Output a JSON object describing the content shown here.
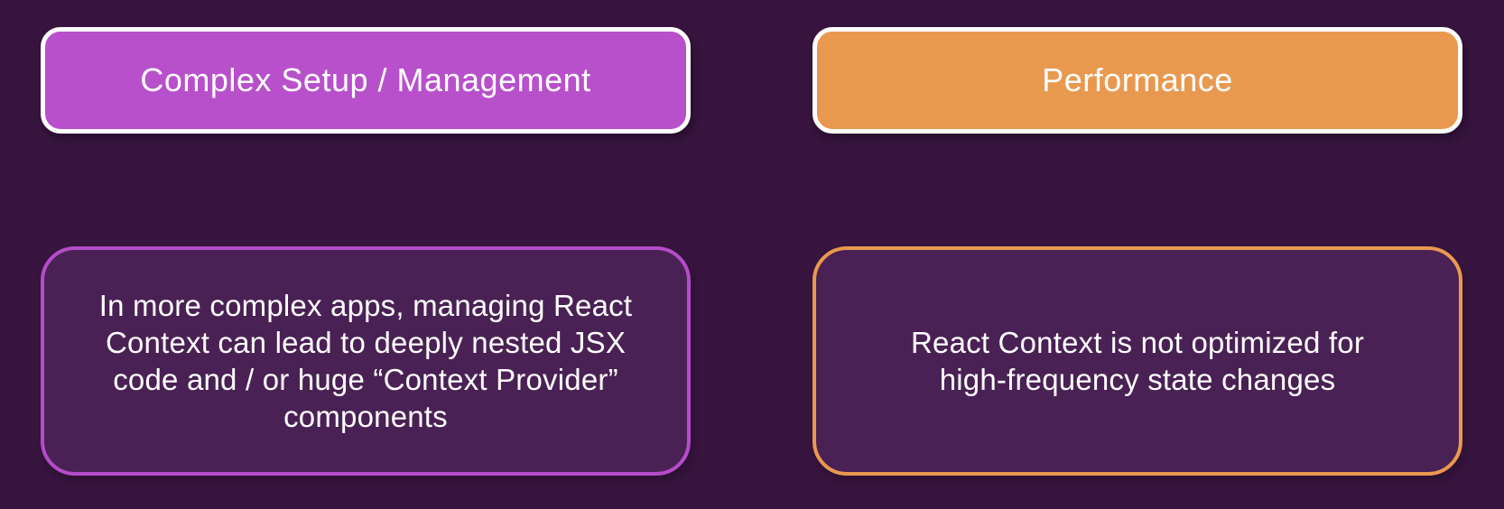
{
  "page": {
    "background_color": "#38153F",
    "text_color": "#FFFFFF"
  },
  "columns": [
    {
      "id": "complex-setup",
      "header": {
        "label": "Complex Setup / Management",
        "fill_color": "#B850CC",
        "border_color": "#FFFFFF"
      },
      "detail": {
        "lines": [
          "In more complex apps, managing React",
          "Context can lead to deeply nested JSX",
          "code and / or huge “Context Provider”",
          "components"
        ],
        "fill_color": "#4A2154",
        "border_color": "#B54CC9"
      }
    },
    {
      "id": "performance",
      "header": {
        "label": "Performance",
        "fill_color": "#E9994F",
        "border_color": "#FFFFFF"
      },
      "detail": {
        "lines": [
          "React Context is not optimized for",
          "high-frequency state changes"
        ],
        "fill_color": "#4A2154",
        "border_color": "#E9994F"
      }
    }
  ]
}
